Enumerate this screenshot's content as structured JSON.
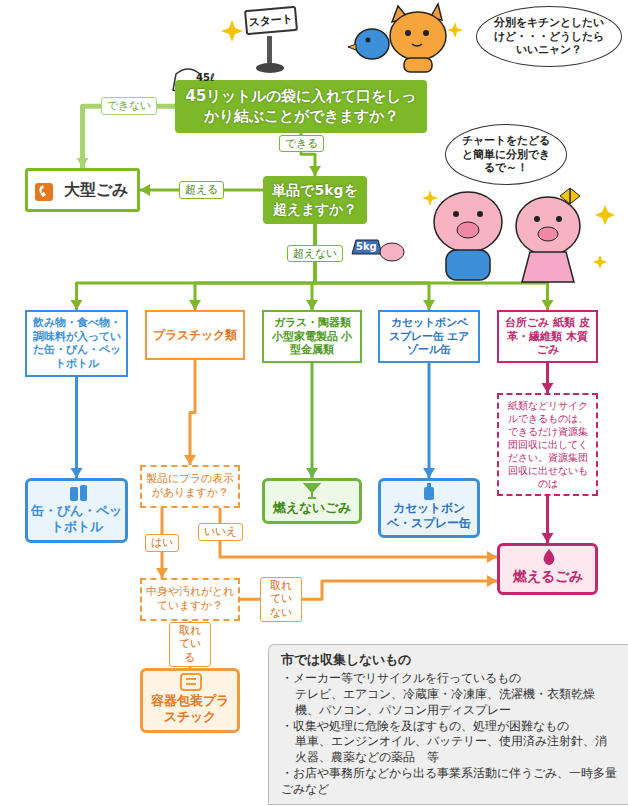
{
  "diagram": {
    "nodes": [
      {
        "text": [
          "スタート"
        ]
      },
      {
        "text": [
          "分別をキチンとしたいけど・・・どうしたらいいニャン？"
        ]
      },
      {
        "text": [
          "45リットルの袋に入れて口をしっかり結ぶことができますか？"
        ]
      },
      {
        "text": [
          "大型ごみ"
        ]
      },
      {
        "text": [
          "単品で5kgを超えますか？"
        ]
      },
      {
        "text": [
          "チャートをたどると簡単に分別できるで～！"
        ]
      },
      {
        "text": [
          "飲み物・食べ物・調味料が入っていた缶・びん・ペットボトル"
        ]
      },
      {
        "text": [
          "プラスチック類"
        ]
      },
      {
        "text": [
          "ガラス・陶器類 小型家電製品 小型金属類"
        ]
      },
      {
        "text": [
          "カセットボンベ スプレー缶 エアゾール缶"
        ]
      },
      {
        "text": [
          "台所ごみ 紙類 皮革・繊維類 木質ごみ"
        ]
      },
      {
        "text": [
          "紙類などリサイクルできるものは、できるだけ資源集団回収に出してください。資源集団回収に出せないものは"
        ]
      },
      {
        "text": [
          "缶・びん・ペットボトル"
        ]
      },
      {
        "text": [
          "製品にプラの表示がありますか？"
        ]
      },
      {
        "text": [
          "燃えないごみ"
        ]
      },
      {
        "text": [
          "カセットボンベ・スプレー缶"
        ]
      },
      {
        "text": [
          "中身や汚れがとれていますか？"
        ]
      },
      {
        "text": [
          "燃えるごみ"
        ]
      },
      {
        "text": [
          "容器包装プラスチック"
        ]
      },
      {
        "text": [
          "市では収集しないもの",
          "・メーカー等でリサイクルを行っているもの",
          "テレビ、エアコン、冷蔵庫・冷凍庫、洗濯機・衣類乾燥機、パソコン、パソコン用ディスプレー",
          "・収集や処理に危険を及ぼすもの、処理が困難なもの",
          "単車、エンジンオイル、バッテリー、使用済み注射針、消火器、農薬などの薬品　等",
          "・お店や事務所などから出る事業系活動に伴うごみ、一時多量ごみなど"
        ]
      }
    ],
    "edges": [
      {
        "from": 2,
        "to": 3,
        "label": "できない",
        "arrow": "to"
      },
      {
        "from": 2,
        "to": 4,
        "label": "できる",
        "arrow": "to"
      },
      {
        "from": 4,
        "to": 3,
        "label": "超える",
        "arrow": "to"
      },
      {
        "from": 4,
        "to": 6,
        "arrow": "to"
      },
      {
        "from": 4,
        "to": 7,
        "arrow": "to"
      },
      {
        "from": 4,
        "to": 8,
        "label": "超えない",
        "arrow": "to"
      },
      {
        "from": 4,
        "to": 9,
        "arrow": "to"
      },
      {
        "from": 4,
        "to": 10,
        "arrow": "to"
      },
      {
        "from": 6,
        "to": 12,
        "arrow": "to"
      },
      {
        "from": 7,
        "to": 13,
        "arrow": "to"
      },
      {
        "from": 8,
        "to": 14,
        "arrow": "to"
      },
      {
        "from": 9,
        "to": 15,
        "arrow": "to"
      },
      {
        "from": 10,
        "to": 11,
        "arrow": "to"
      },
      {
        "from": 11,
        "to": 17,
        "arrow": "to"
      },
      {
        "from": 13,
        "to": 16,
        "label": "はい",
        "arrow": "to"
      },
      {
        "from": 13,
        "to": 17,
        "label": "いいえ",
        "arrow": "to"
      },
      {
        "from": 16,
        "to": 17,
        "label": "取れていない",
        "arrow": "to"
      },
      {
        "from": 16,
        "to": 18,
        "label": "取れている",
        "arrow": "to"
      }
    ],
    "labels": [
      "45ℓ",
      "5kg"
    ]
  }
}
